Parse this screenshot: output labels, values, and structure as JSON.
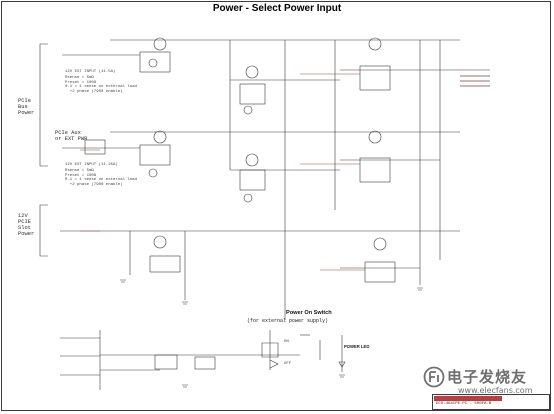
{
  "title": "Power - Select Power Input",
  "sections": {
    "pcie_bus": "PCIe\nBus\nPower",
    "pcie_aux": "PCIe Aux\nor EXT PWR",
    "pcie_12v": "12V\nPCIE\nSlot\nPower"
  },
  "notes": {
    "input1": "12V EXT INPUT (11.5A)",
    "input1_detail": "Rsense = 5mΩ\nPreset = 100Ω\n0.1 = 1 sense on external load\n  +2 phase (7900 enable)",
    "input2": "12V EXT INPUT (11.25A)",
    "input2_detail": "Rsense = 5mΩ\nPreset = 100Ω\n0.1 = 1 sense on external load\n  +2 phase (7900 enable)"
  },
  "power_switch": {
    "title": "Power On Switch",
    "subtitle": "(for external power supply)",
    "on": "ON",
    "off": "OFF"
  },
  "power_led": "POWER LED",
  "watermark": {
    "cn": "电子发烧友",
    "url": "www.elecfans.com"
  },
  "title_block": "ECO-4G4CPE-PC - 500FA-B"
}
